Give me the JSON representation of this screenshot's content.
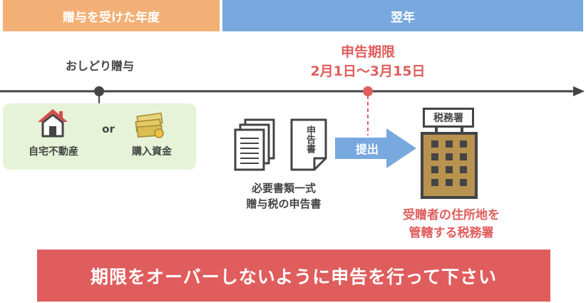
{
  "bands": {
    "gift_year": "贈与を受けた年度",
    "next_year": "翌年"
  },
  "left": {
    "gift_label": "おしどり贈与",
    "real_estate": "自宅不動産",
    "or": "or",
    "purchase_funds": "購入資金"
  },
  "deadline": {
    "title": "申告期限",
    "period": "2月1日～3月15日"
  },
  "documents": {
    "form_label": "申告書",
    "caption_line1": "必要書類一式",
    "caption_line2": "贈与税の申告書"
  },
  "submit": {
    "label": "提出"
  },
  "office": {
    "sign": "税務署",
    "caption_line1": "受贈者の住所地を",
    "caption_line2": "管轄する税務署"
  },
  "banner": {
    "text": "期限をオーバーしないように申告を行って下さい"
  },
  "colors": {
    "band_left": "#f2b076",
    "band_right": "#78a9de",
    "accent_red": "#e05d5d",
    "green_box": "#e6f3d8",
    "timeline": "#444444",
    "building": "#b8924f"
  }
}
